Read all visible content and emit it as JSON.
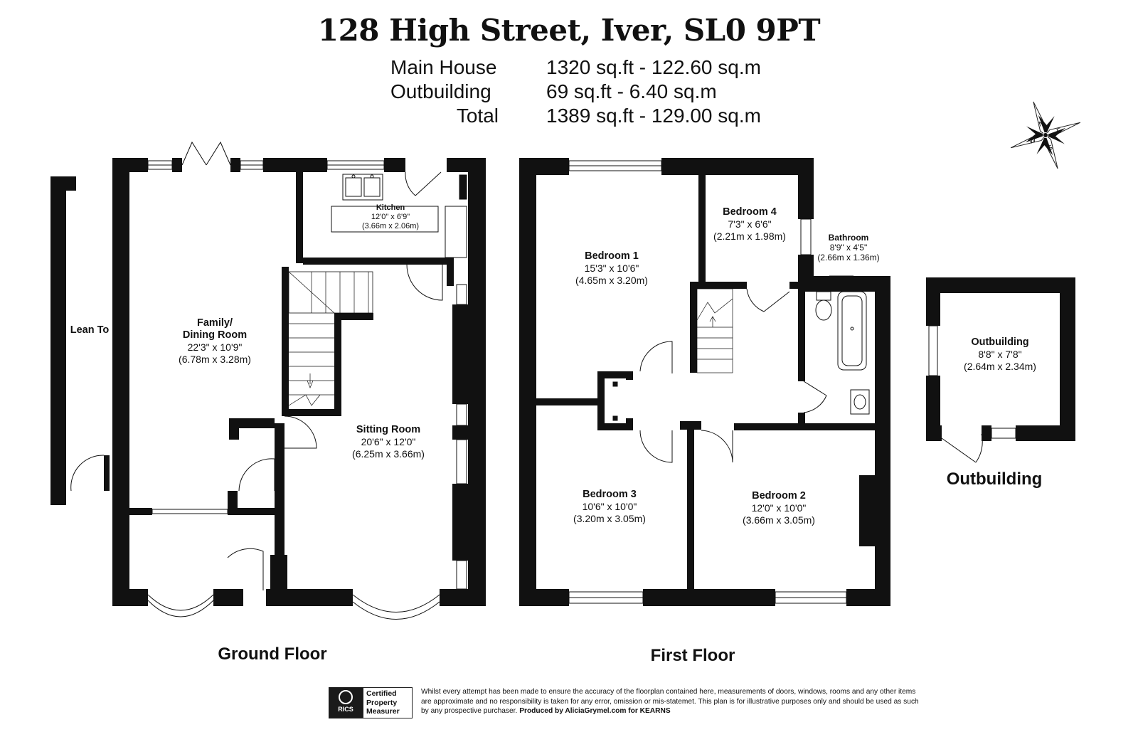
{
  "header": {
    "address": "128 High Street, Iver, SL0 9PT",
    "areas": [
      {
        "label": "Main House",
        "value": "1320 sq.ft - 122.60 sq.m"
      },
      {
        "label": "Outbuilding",
        "value": "69 sq.ft - 6.40 sq.m"
      },
      {
        "label": "Total",
        "value": "1389 sq.ft - 129.00 sq.m"
      }
    ]
  },
  "compass": {
    "n": "N",
    "e": "E",
    "s": "S",
    "w": "W"
  },
  "ground_floor": {
    "label": "Ground Floor",
    "lean_to": "Lean To",
    "family": {
      "name_1": "Family/",
      "name_2": "Dining Room",
      "imperial": "22'3\" x 10'9\"",
      "metric": "(6.78m x 3.28m)"
    },
    "kitchen": {
      "name": "Kitchen",
      "imperial": "12'0\" x 6'9\"",
      "metric": "(3.66m x 2.06m)"
    },
    "sitting": {
      "name": "Sitting Room",
      "imperial": "20'6\" x 12'0\"",
      "metric": "(6.25m x 3.66m)"
    }
  },
  "first_floor": {
    "label": "First Floor",
    "bedroom1": {
      "name": "Bedroom 1",
      "imperial": "15'3\" x 10'6\"",
      "metric": "(4.65m x 3.20m)"
    },
    "bedroom4": {
      "name": "Bedroom 4",
      "imperial": "7'3\" x 6'6\"",
      "metric": "(2.21m x 1.98m)"
    },
    "bathroom": {
      "name": "Bathroom",
      "imperial": "8'9\" x 4'5\"",
      "metric": "(2.66m x 1.36m)"
    },
    "bedroom3": {
      "name": "Bedroom 3",
      "imperial": "10'6\" x 10'0\"",
      "metric": "(3.20m x 3.05m)"
    },
    "bedroom2": {
      "name": "Bedroom 2",
      "imperial": "12'0\" x 10'0\"",
      "metric": "(3.66m x 3.05m)"
    }
  },
  "outbuilding": {
    "label": "Outbuilding",
    "room": {
      "name": "Outbuilding",
      "imperial": "8'8\" x 7'8\"",
      "metric": "(2.64m x 2.34m)"
    }
  },
  "footer": {
    "rics": "RICS",
    "badge_1": "Certified",
    "badge_2": "Property",
    "badge_3": "Measurer",
    "disclaimer": "Whilst every attempt has been made to ensure the accuracy of the floorplan contained here, measurements of doors, windows, rooms and any other items are approximate and no responsibility is taken for any error, omission or mis-statemet. This plan is for illustrative purposes only and should be used as such by any prospective purchaser.",
    "credit": "Produced by AliciaGrymel.com for KEARNS"
  }
}
